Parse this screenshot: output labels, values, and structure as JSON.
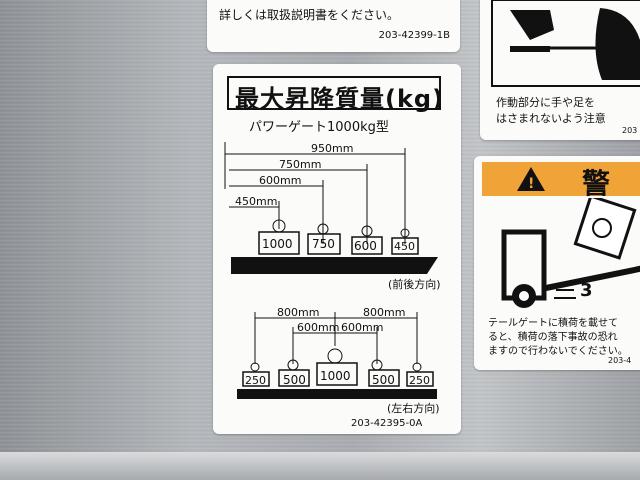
{
  "top_label": {
    "line": "詳しくは取扱説明書をください。",
    "code": "203-42399-1B"
  },
  "main_label": {
    "title": "最大昇降質量(kg)",
    "subtitle": "パワーゲート1000kg型",
    "front_back": {
      "dimensions": [
        "950mm",
        "750mm",
        "600mm",
        "450mm"
      ],
      "weights": [
        "1000",
        "750",
        "600",
        "450"
      ],
      "direction": "(前後方向)"
    },
    "left_right": {
      "dimensions": [
        "800mm",
        "600mm",
        "600mm",
        "800mm"
      ],
      "weights": [
        "250",
        "500",
        "1000",
        "500",
        "250"
      ],
      "direction": "(左右方向)"
    },
    "code": "203-42395-0A"
  },
  "right_top_label": {
    "line1": "作動部分に手や足を",
    "line2": "はさまれないよう注意",
    "code": "203"
  },
  "warning_label": {
    "header": "警",
    "line1": "テールゲートに積荷を載せて",
    "line2": "ると、積荷の落下事故の恐れ",
    "line3": "ますので行わないでください。",
    "code": "203-4"
  },
  "colors": {
    "warning_orange": "#f0a437",
    "sticker_white": "#fbfbf9",
    "ink": "#111111"
  }
}
